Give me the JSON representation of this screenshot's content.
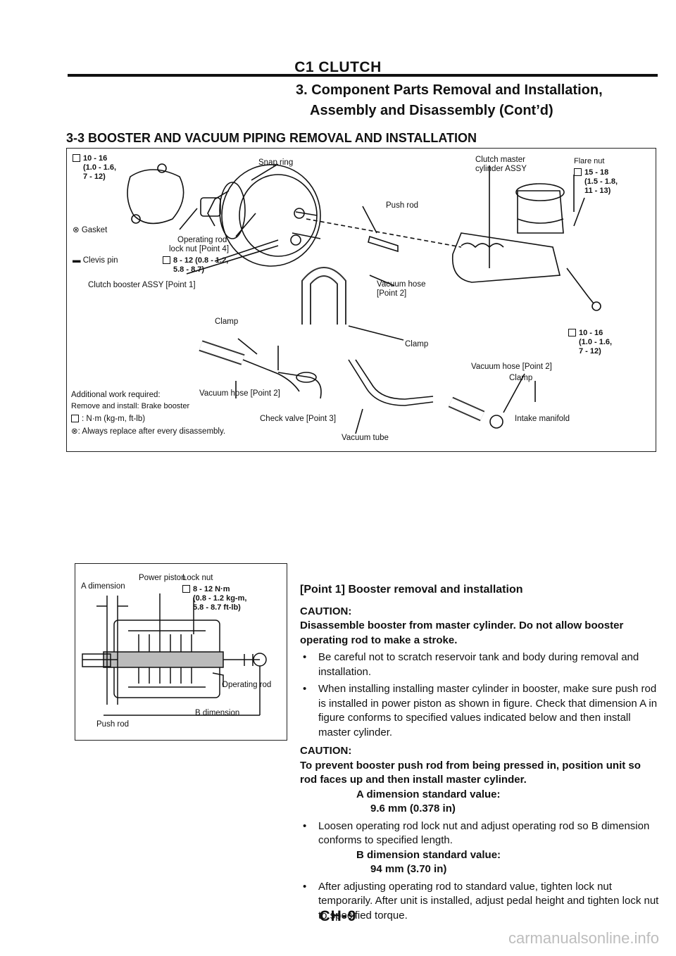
{
  "header": {
    "title": "C1 CLUTCH",
    "subtitle_line1": "3. Component Parts Removal and Installation,",
    "subtitle_line2": "Assembly and Disassembly (Cont’d)"
  },
  "section": {
    "title": "3-3 BOOSTER AND VACUUM PIPING REMOVAL AND INSTALLATION"
  },
  "figure1": {
    "torque_top_left": [
      "10 - 16",
      "(1.0 - 1.6,",
      "7 - 12)"
    ],
    "snap_ring": "Snap ring",
    "clutch_master_line1": "Clutch master",
    "clutch_master_line2": "cylinder ASSY",
    "flare_nut": "Flare nut",
    "torque_flare": [
      "15 - 18",
      "(1.5 - 1.8,",
      "11 - 13)"
    ],
    "push_rod": "Push rod",
    "gasket": "Gasket",
    "operating_rod_lock_nut_line1": "Operating rod",
    "operating_rod_lock_nut_line2": "lock nut [Point 4]",
    "clevis_pin": "Clevis pin",
    "torque_lock_nut": [
      "8 - 12 (0.8 - 1.2,",
      "5.8 - 8.7)"
    ],
    "clutch_booster": "Clutch booster ASSY [Point 1]",
    "vacuum_hose_line1": "Vacuum hose",
    "vacuum_hose_line2": "[Point 2]",
    "clamp_a": "Clamp",
    "clamp_b": "Clamp",
    "torque_right": [
      "10 - 16",
      "(1.0 - 1.6,",
      "7 - 12)"
    ],
    "vacuum_hose_point2_right": "Vacuum hose [Point 2]",
    "clamp_c": "Clamp",
    "additional_work": "Additional work required:",
    "vacuum_hose_point2_left": "Vacuum hose [Point 2]",
    "remove_install": "Remove and install: Brake booster",
    "check_valve": "Check valve [Point 3]",
    "intake_manifold": "Intake manifold",
    "units_legend": ": N·m (kg-m, ft-lb)",
    "replace_legend": ": Always replace after every disassembly.",
    "vacuum_tube": "Vacuum tube"
  },
  "figure2": {
    "power_piston": "Power piston",
    "lock_nut": "Lock nut",
    "a_dimension": "A dimension",
    "torque": [
      "8 - 12 N·m",
      "(0.8 - 1.2 kg-m,",
      "5.8 - 8.7 ft-lb)"
    ],
    "operating_rod": "Operating rod",
    "b_dimension": "B dimension",
    "push_rod": "Push rod"
  },
  "body": {
    "heading": "[Point 1] Booster removal and installation",
    "caution1_label": "CAUTION:",
    "caution1_text": "Disassemble booster from master cylinder. Do not allow booster operating rod to make a stroke.",
    "bullet1": "Be careful not to scratch reservoir tank and body during removal and installation.",
    "bullet2": "When installing installing master cylinder in booster, make sure push rod is installed in power piston as shown in figure. Check that dimension A in figure conforms to specified values indicated below and then install master cylinder.",
    "caution2_label": "CAUTION:",
    "caution2_text": "To prevent booster push rod from being pressed in, position unit so rod faces up and then install master cylinder.",
    "a_std_label": "A dimension standard value:",
    "a_std_value": "9.6 mm (0.378 in)",
    "bullet3": "Loosen operating rod lock nut and adjust operating rod so B dimension conforms to specified length.",
    "b_std_label": "B dimension standard value:",
    "b_std_value": "94 mm (3.70 in)",
    "bullet4": "After adjusting operating rod to standard value, tighten lock nut temporarily. After unit is installed, adjust pedal height and tighten lock nut to specified torque."
  },
  "footer": {
    "page_number": "CH-9",
    "watermark": "carmanualsonline.info"
  }
}
